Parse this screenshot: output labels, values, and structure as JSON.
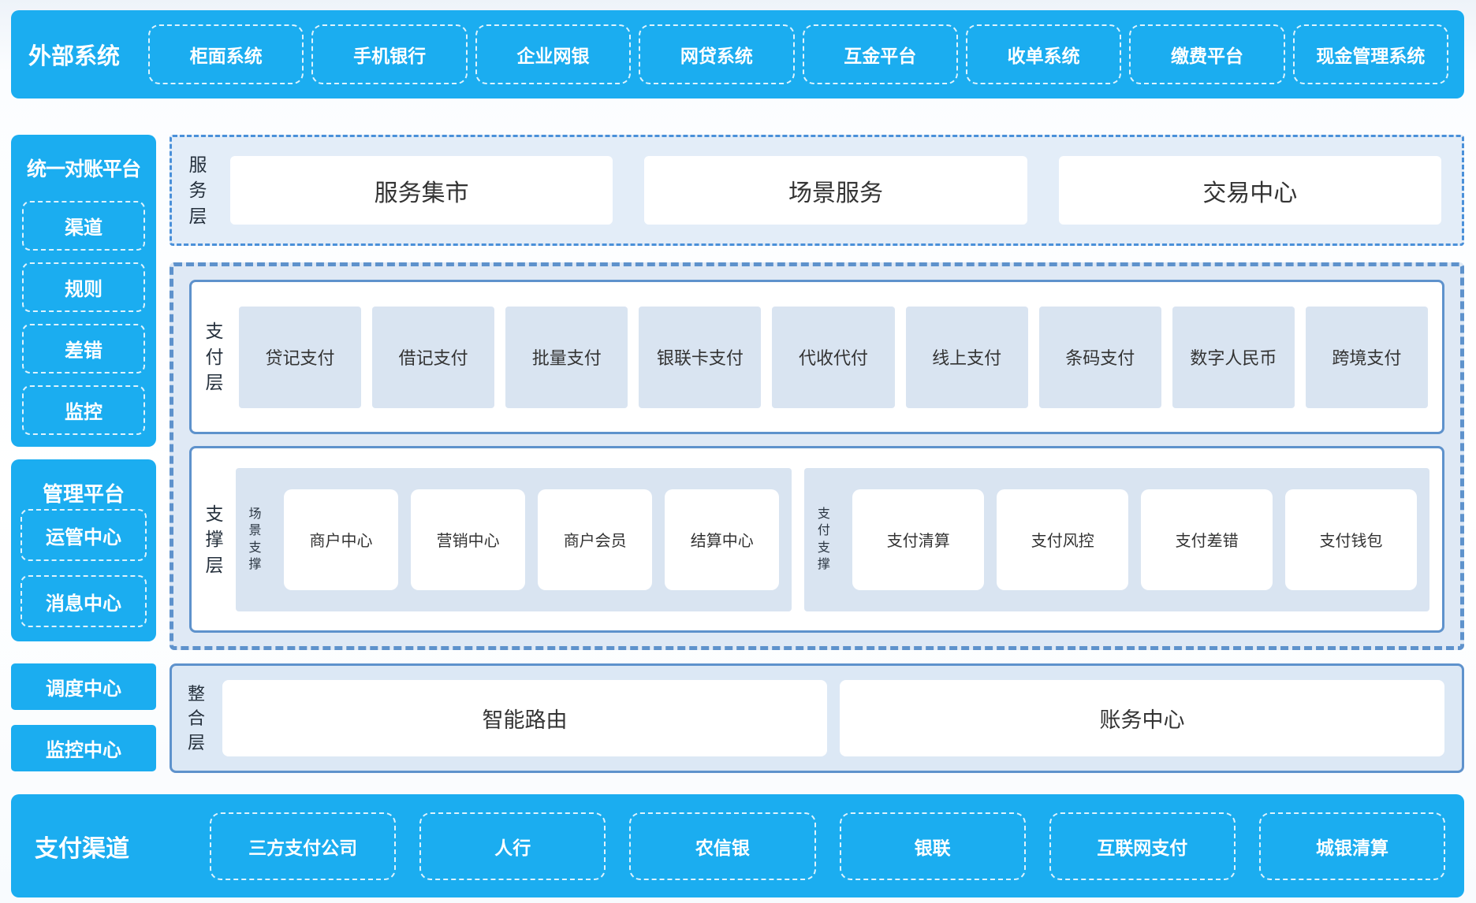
{
  "colors": {
    "accent_blue": "#1badf0",
    "panel_light_blue": "#dfe9f5",
    "item_light_blue": "#d9e4f1",
    "solid_border_blue": "#5e92cc",
    "dashdot_border_blue": "#4a90d9",
    "dark_text": "#333333"
  },
  "top_bar": {
    "label": "外部系统",
    "items": [
      "柜面系统",
      "手机银行",
      "企业网银",
      "网贷系统",
      "互金平台",
      "收单系统",
      "缴费平台",
      "现金管理系统"
    ]
  },
  "sidebar": {
    "reconciliation": {
      "title": "统一对账平台",
      "items": [
        "渠道",
        "规则",
        "差错",
        "监控"
      ]
    },
    "management": {
      "title": "管理平台",
      "items": [
        "运管中心",
        "消息中心"
      ]
    },
    "standalone": [
      "调度中心",
      "监控中心"
    ]
  },
  "main": {
    "service_layer": {
      "label": "服务层",
      "items": [
        "服务集市",
        "场景服务",
        "交易中心"
      ]
    },
    "payment_layer": {
      "label": "支付层",
      "items": [
        "贷记支付",
        "借记支付",
        "批量支付",
        "银联卡支付",
        "代收代付",
        "线上支付",
        "条码支付",
        "数字人民币",
        "跨境支付"
      ]
    },
    "support_layer": {
      "label": "支撑层",
      "groups": [
        {
          "label": "场景支撑",
          "items": [
            "商户中心",
            "营销中心",
            "商户会员",
            "结算中心"
          ]
        },
        {
          "label": "支付支撑",
          "items": [
            "支付清算",
            "支付风控",
            "支付差错",
            "支付钱包"
          ]
        }
      ]
    },
    "integration_layer": {
      "label": "整合层",
      "items": [
        "智能路由",
        "账务中心"
      ]
    }
  },
  "bottom_bar": {
    "label": "支付渠道",
    "items": [
      "三方支付公司",
      "人行",
      "农信银",
      "银联",
      "互联网支付",
      "城银清算"
    ]
  }
}
